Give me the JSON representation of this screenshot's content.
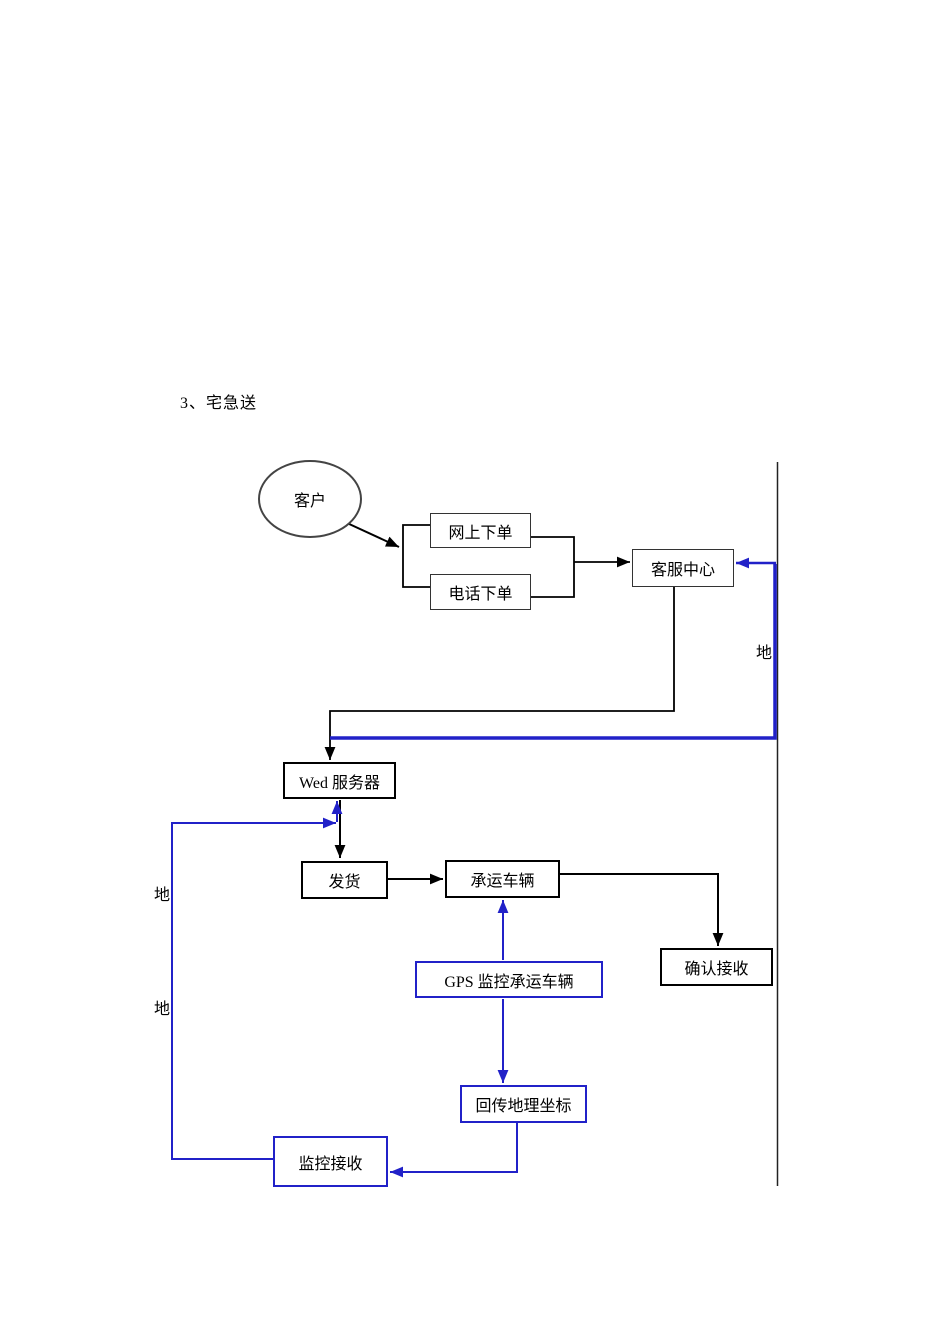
{
  "page": {
    "title": "3、宅急送"
  },
  "diagram": {
    "nodes": {
      "customer": "客户",
      "online_order": "网上下单",
      "phone_order": "电话下单",
      "service_center": "客服中心",
      "web_server": "Wed 服务器",
      "ship": "发货",
      "carrier_vehicle": "承运车辆",
      "confirm_receive": "确认接收",
      "gps_monitor": "GPS 监控承运车辆",
      "send_coordinates": "回传地理坐标",
      "monitor_receive": "监控接收"
    },
    "labels": {
      "di_right": "地",
      "di_left_1": "地",
      "di_left_2": "地"
    },
    "colors": {
      "flow_line": "#000000",
      "feedback_line": "#2121c8"
    }
  }
}
